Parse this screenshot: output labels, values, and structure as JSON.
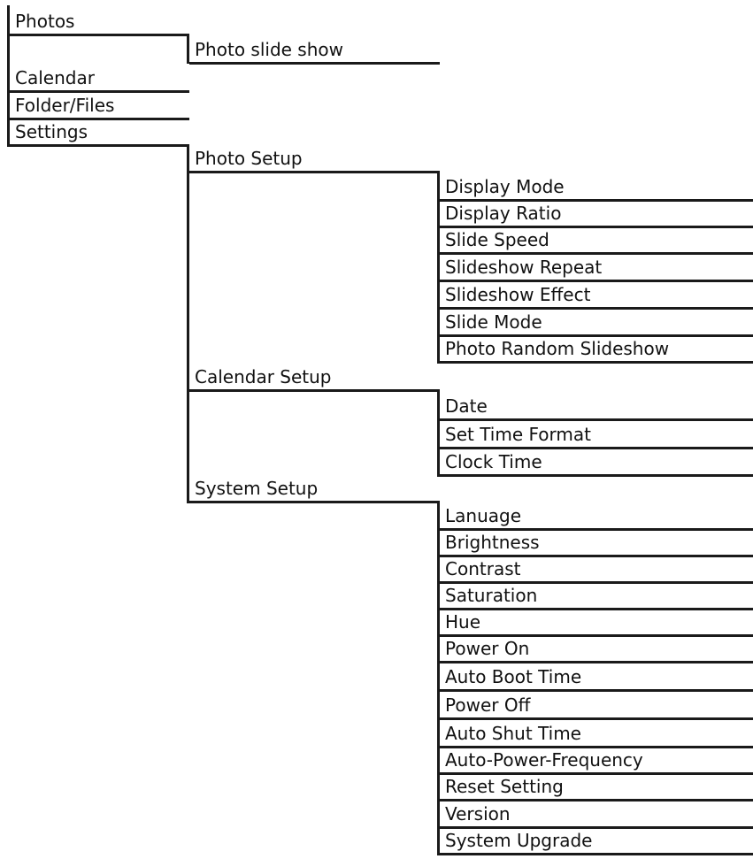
{
  "menu": {
    "photos": {
      "label": "Photos",
      "children": [
        "Photo slide show"
      ]
    },
    "calendar": {
      "label": "Calendar"
    },
    "folder_files": {
      "label": "Folder/Files"
    },
    "settings": {
      "label": "Settings",
      "photo_setup": {
        "label": "Photo Setup",
        "children": [
          "Display Mode",
          "Display Ratio",
          "Slide Speed",
          "Slideshow Repeat",
          "Slideshow Effect",
          "Slide Mode",
          "Photo Random Slideshow"
        ]
      },
      "calendar_setup": {
        "label": "Calendar Setup",
        "children": [
          "Date",
          "Set Time Format",
          "Clock Time"
        ]
      },
      "system_setup": {
        "label": "System Setup",
        "children": [
          "Lanuage",
          "Brightness",
          "Contrast",
          "Saturation",
          "Hue",
          "Power On",
          "Auto Boot Time",
          "Power Off",
          "Auto Shut Time",
          "Auto-Power-Frequency",
          "Reset Setting",
          "Version",
          "System Upgrade"
        ]
      }
    }
  }
}
